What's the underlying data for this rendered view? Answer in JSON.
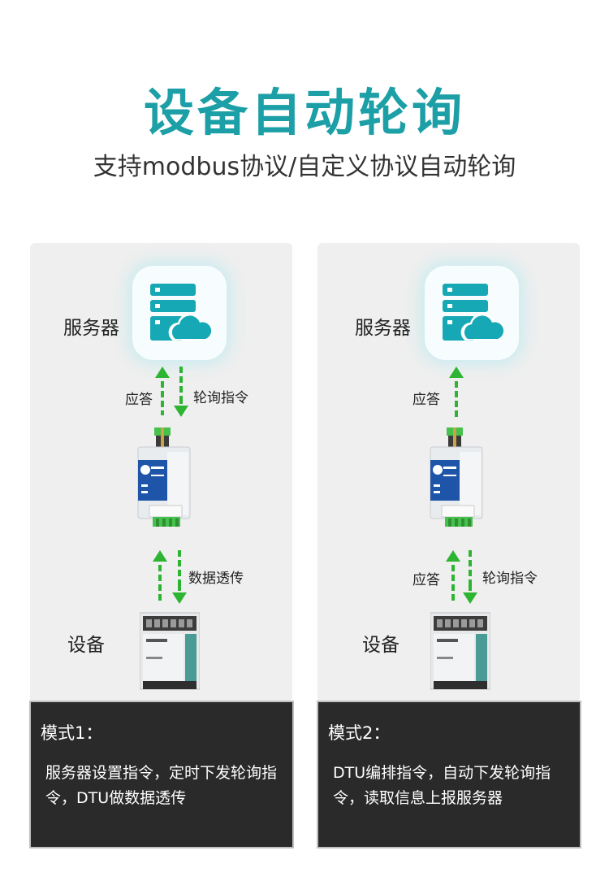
{
  "header": {
    "title": "设备自动轮询",
    "subtitle": "支持modbus协议/自定义协议自动轮询"
  },
  "colors": {
    "title": "#1c9fa6",
    "server_icon": "#16a9b5",
    "arrow": "#2db432",
    "panel_bg": "#efefef",
    "footer_bg": "#2a2a2a"
  },
  "icons": [
    "server-cloud-icon",
    "up-arrow-icon",
    "down-arrow-icon",
    "dtu-device-icon",
    "plc-device-icon"
  ],
  "mode1": {
    "server_label": "服务器",
    "upper_up_label": "应答",
    "upper_down_label": "轮询指令",
    "lower_label": "数据透传",
    "device_label": "设备",
    "title": "模式1：",
    "description": "服务器设置指令，定时下发轮询指令，DTU做数据透传"
  },
  "mode2": {
    "server_label": "服务器",
    "upper_up_label": "应答",
    "lower_up_label": "应答",
    "lower_down_label": "轮询指令",
    "device_label": "设备",
    "title": "模式2：",
    "description": "DTU编排指令，自动下发轮询指令，读取信息上报服务器"
  }
}
